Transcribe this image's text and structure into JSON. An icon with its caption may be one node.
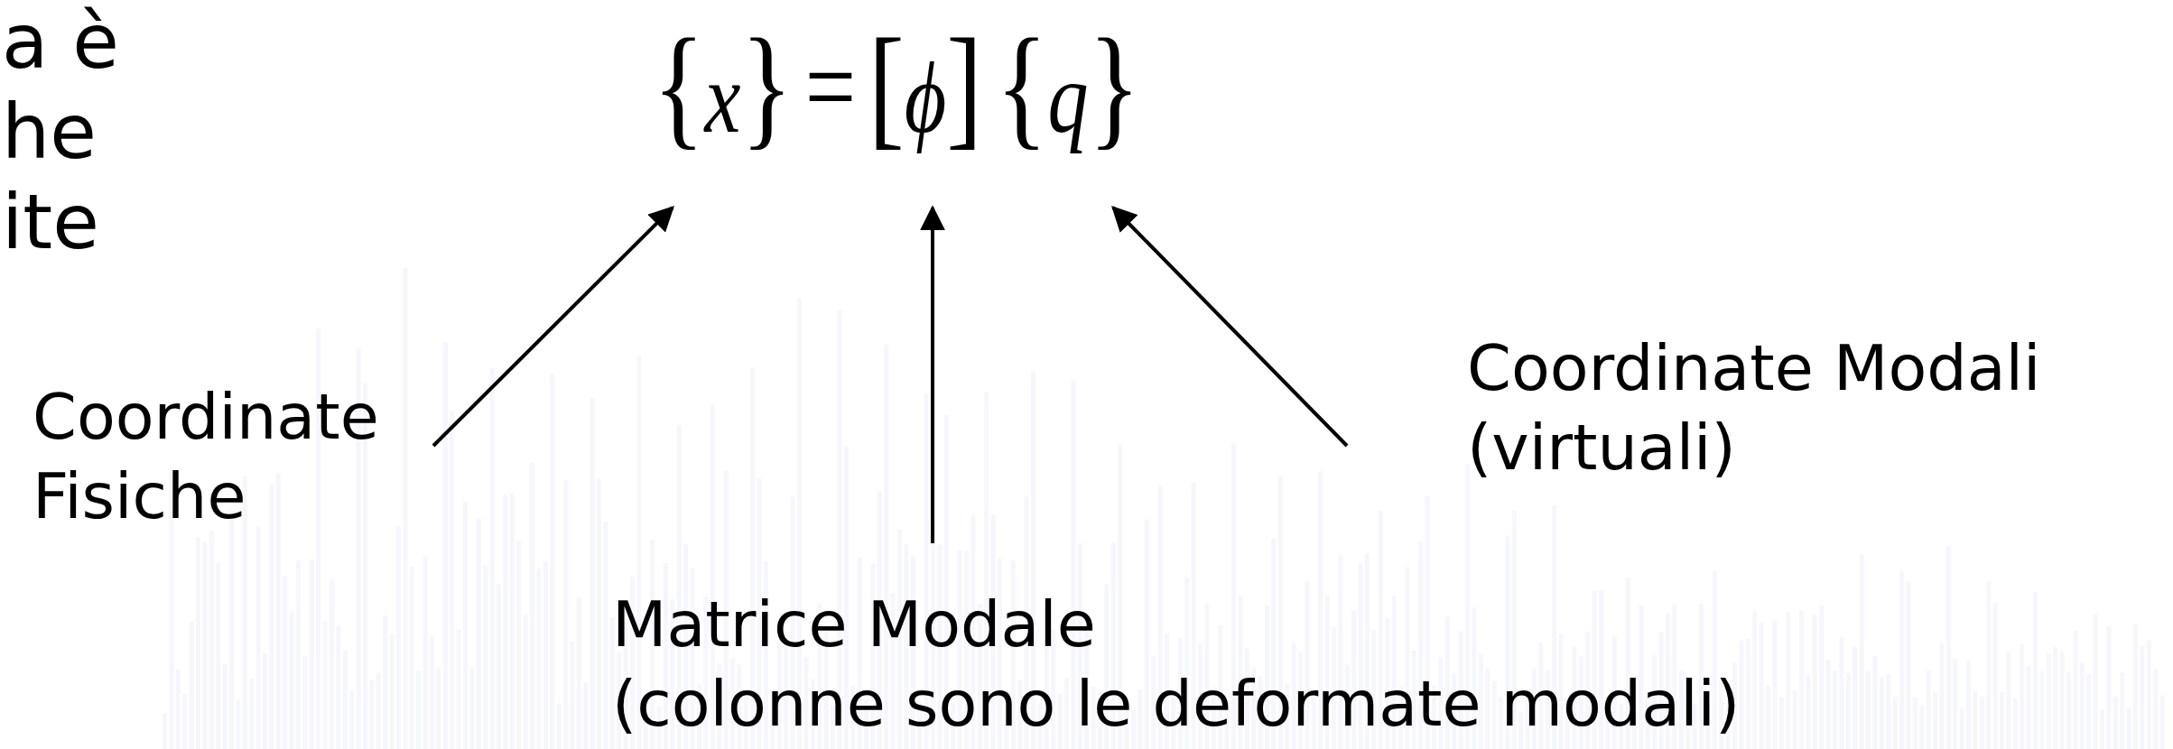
{
  "diagram": {
    "nodes": [
      {
        "text": [
          "{*x*}"
        ]
      },
      {
        "text": [
          "[*ϕ*]"
        ]
      },
      {
        "text": [
          "{*q*}"
        ]
      },
      {
        "text": [
          "Coordinate Fisiche"
        ]
      },
      {
        "text": [
          "Matrice Modale",
          "(colonne sono le deformate modali)"
        ]
      },
      {
        "text": [
          "Coordinate Modali",
          "(virtuali)"
        ]
      }
    ],
    "edges": [
      {
        "from": 3,
        "to": 0,
        "arrow": "to"
      },
      {
        "from": 4,
        "to": 1,
        "arrow": "to"
      },
      {
        "from": 5,
        "to": 2,
        "arrow": "to"
      }
    ],
    "labels": [
      "a è",
      "he",
      "ite",
      "="
    ]
  }
}
